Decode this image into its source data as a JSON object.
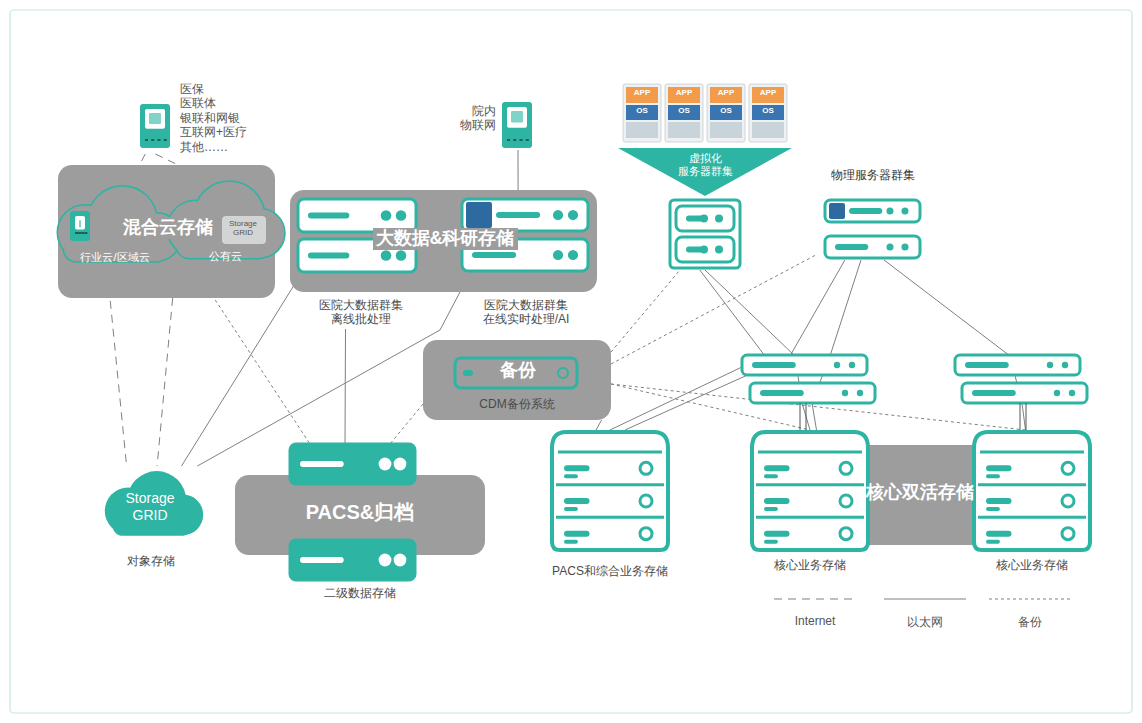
{
  "diagram": {
    "nodes": [
      {
        "text": [
          "医保 医联体 银联和网银 互联网+医疗 其他……"
        ]
      },
      {
        "text": [
          "混合云存储"
        ]
      },
      {
        "text": [
          "行业云/区域云"
        ],
        "in": 1
      },
      {
        "text": [
          "公有云"
        ],
        "in": 1
      },
      {
        "text": [
          "院内 物联网"
        ]
      },
      {
        "text": [
          "大数据&科研存储"
        ]
      },
      {
        "text": [
          "医院大数据群集 离线批处理"
        ],
        "in": 5
      },
      {
        "text": [
          "医院大数据群集 在线实时处理/AI"
        ],
        "in": 5
      },
      {
        "text": [
          "虚拟化 服务器群集"
        ]
      },
      {
        "text": [
          "物理服务器群集"
        ]
      },
      {
        "text": [
          "备份",
          "CDM备份系统"
        ]
      },
      {
        "text": [
          "Storage GRID",
          "对象存储"
        ]
      },
      {
        "text": [
          "PACS&归档",
          "二级数据存储"
        ]
      },
      {
        "text": [
          "PACS和综合业务存储"
        ]
      },
      {
        "text": [
          "核心双活存储"
        ]
      },
      {
        "text": [
          "核心业务存储"
        ],
        "in": 14
      },
      {
        "text": [
          "核心业务存储"
        ],
        "in": 14
      }
    ],
    "edges": [
      {
        "from": 0,
        "to": 2,
        "arrow": "none"
      },
      {
        "from": 0,
        "to": 3,
        "arrow": "none"
      },
      {
        "from": 4,
        "to": 7,
        "arrow": "none"
      },
      {
        "from": 2,
        "to": 11,
        "arrow": "none"
      },
      {
        "from": 3,
        "to": 11,
        "arrow": "none"
      },
      {
        "from": 3,
        "to": 12,
        "arrow": "none"
      },
      {
        "from": 11,
        "to": 6,
        "arrow": "none"
      },
      {
        "from": 11,
        "to": 7,
        "arrow": "none"
      },
      {
        "from": 6,
        "to": 12,
        "arrow": "none"
      },
      {
        "from": 10,
        "to": 12,
        "arrow": "none"
      },
      {
        "from": 10,
        "to": 8,
        "arrow": "none"
      },
      {
        "from": 10,
        "to": 9,
        "arrow": "none"
      },
      {
        "from": 10,
        "to": 13,
        "arrow": "none"
      },
      {
        "from": 10,
        "to": 15,
        "arrow": "none"
      },
      {
        "from": 10,
        "to": 16,
        "arrow": "none"
      },
      {
        "from": 8,
        "to": 13,
        "arrow": "none"
      },
      {
        "from": 8,
        "to": 15,
        "arrow": "none"
      },
      {
        "from": 9,
        "to": 13,
        "arrow": "none"
      },
      {
        "from": 9,
        "to": 15,
        "arrow": "none"
      },
      {
        "from": 9,
        "to": 16,
        "arrow": "none"
      }
    ],
    "labels": [
      "Storage GRID",
      "APP",
      "OS",
      "APP",
      "OS",
      "APP",
      "OS",
      "APP",
      "OS"
    ],
    "legend": [
      {
        "text": "Internet"
      },
      {
        "text": "以太网"
      },
      {
        "text": "备份"
      }
    ]
  }
}
